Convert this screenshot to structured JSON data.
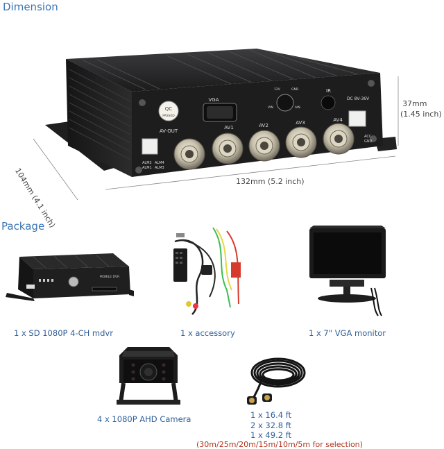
{
  "dimension": {
    "title": "Dimension",
    "width_label": "132mm (5.2 inch)",
    "depth_label": "104mm (4.1 inch)",
    "height_mm": "37mm",
    "height_in": "(1.45 inch)"
  },
  "device_panel": {
    "qc_text": "QC",
    "passed_text": "PASSED",
    "vga": "VGA",
    "ir": "IR",
    "dc": "DC 8V-36V",
    "acc": "ACC",
    "gnd": "GND",
    "av_out": "AV-OUT",
    "av1": "AV1",
    "av2": "AV2",
    "av3": "AV3",
    "av4": "AV4",
    "alm2": "ALM2",
    "alm4": "ALM4",
    "alm1": "ALM1",
    "alm3": "ALM3",
    "v12": "12V",
    "gnd_small": "GND",
    "vin": "VIN",
    "ain": "AIN"
  },
  "package": {
    "title": "Package",
    "mdvr_label": "MOBILE DVR",
    "items": [
      {
        "caption": "1 x SD 1080P 4-CH mdvr"
      },
      {
        "caption": "1 x accessory"
      },
      {
        "caption": "1 x 7\" VGA monitor"
      },
      {
        "caption": "4 x 1080P AHD Camera"
      }
    ],
    "cable": {
      "line1": "1 x 16.4 ft",
      "line2": "2 x 32.8 ft",
      "line3": "1 x 49.2 ft",
      "note": "(30m/25m/20m/15m/10m/5m for selection)"
    }
  }
}
